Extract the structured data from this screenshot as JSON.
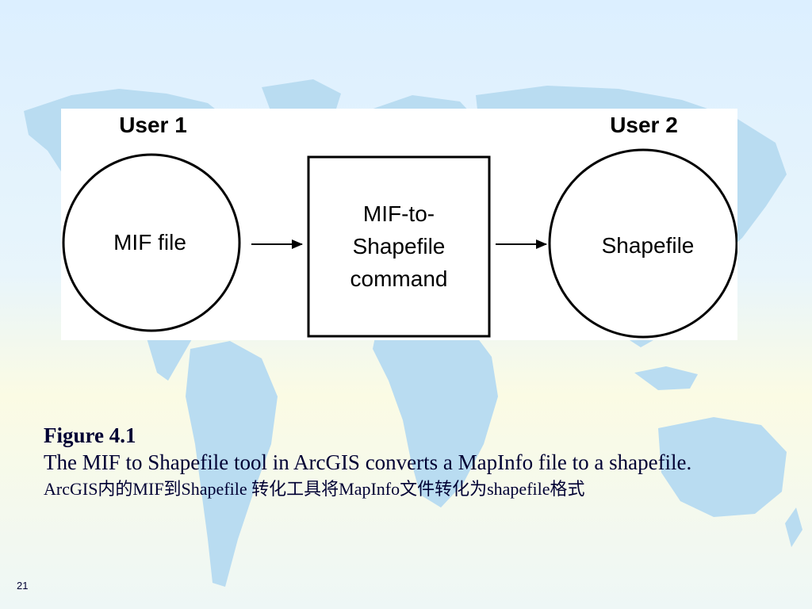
{
  "diagram": {
    "user1_label": "User 1",
    "user2_label": "User 2",
    "source_node": "MIF file",
    "process_node_lines": [
      "MIF-to-",
      "Shapefile",
      "command"
    ],
    "target_node": "Shapefile"
  },
  "caption": {
    "title": "Figure 4.1",
    "text": "The MIF to Shapefile tool in ArcGIS converts a MapInfo file to a shapefile.",
    "text_cn": "ArcGIS内的MIF到Shapefile 转化工具将MapInfo文件转化为shapefile格式"
  },
  "slide_number": "21",
  "colors": {
    "map_land": "#b9dcf1",
    "caption_text": "#000033"
  }
}
